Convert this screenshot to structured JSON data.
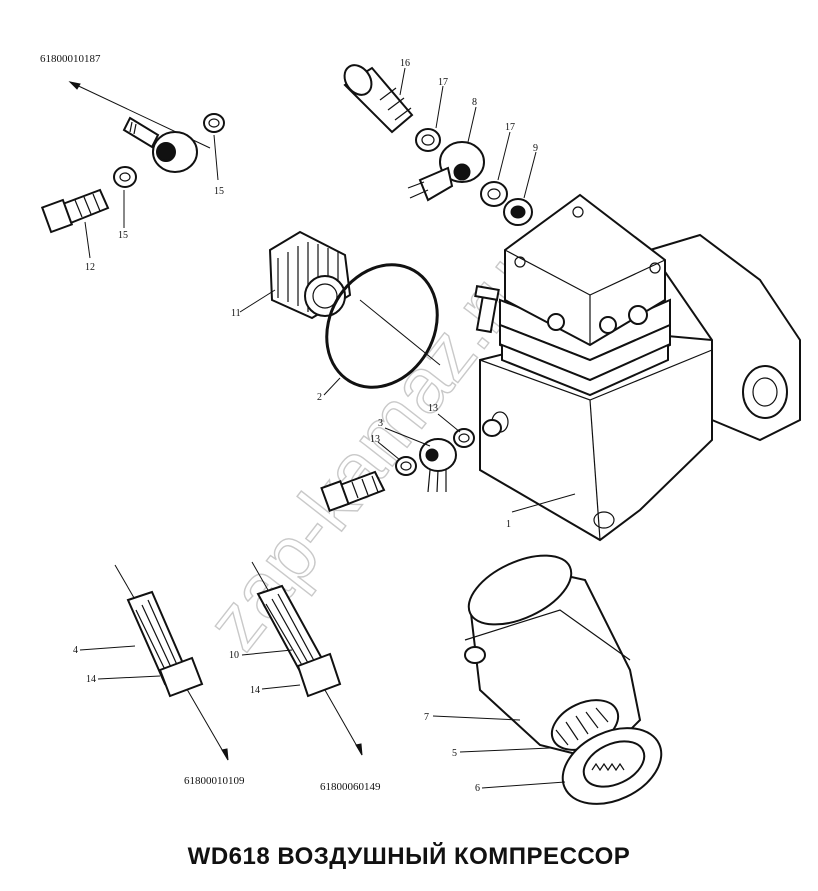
{
  "part_numbers": {
    "top_left": "61800010187",
    "bottom_left": "61800010109",
    "bottom_center": "61800060149"
  },
  "callouts": [
    "1",
    "2",
    "3",
    "4",
    "5",
    "6",
    "7",
    "8",
    "9",
    "10",
    "11",
    "12",
    "13",
    "14",
    "15",
    "16",
    "17"
  ],
  "watermark": "zap-kamaz.ru",
  "caption": "WD618 ВОЗДУШНЫЙ КОМПРЕССОР"
}
